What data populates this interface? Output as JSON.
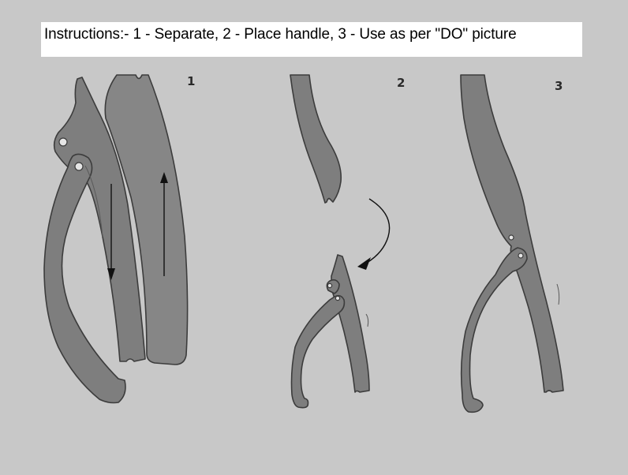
{
  "banner": {
    "text": "Instructions:- 1 - Separate, 2 - Place handle, 3 - Use as per \"DO\" picture"
  },
  "steps": [
    {
      "number": "1",
      "caption": "Separate",
      "description": "Tool shown with handle and blade being pulled apart; arrows point down on the handle arm and up on the curved blade"
    },
    {
      "number": "2",
      "caption": "Place handle",
      "description": "Upper curved blade shown detached with a curved arrow indicating rotation onto the lower hinged handle"
    },
    {
      "number": "3",
      "caption": "Use as per \"DO\" picture",
      "description": "Assembled tool with blade attached to hinged handle"
    }
  ],
  "colors": {
    "background": "#c8c8c8",
    "banner_background": "#ffffff",
    "part_fill": "#7e7e7e",
    "part_outline": "#3c3c3c",
    "arrow": "#111111"
  }
}
